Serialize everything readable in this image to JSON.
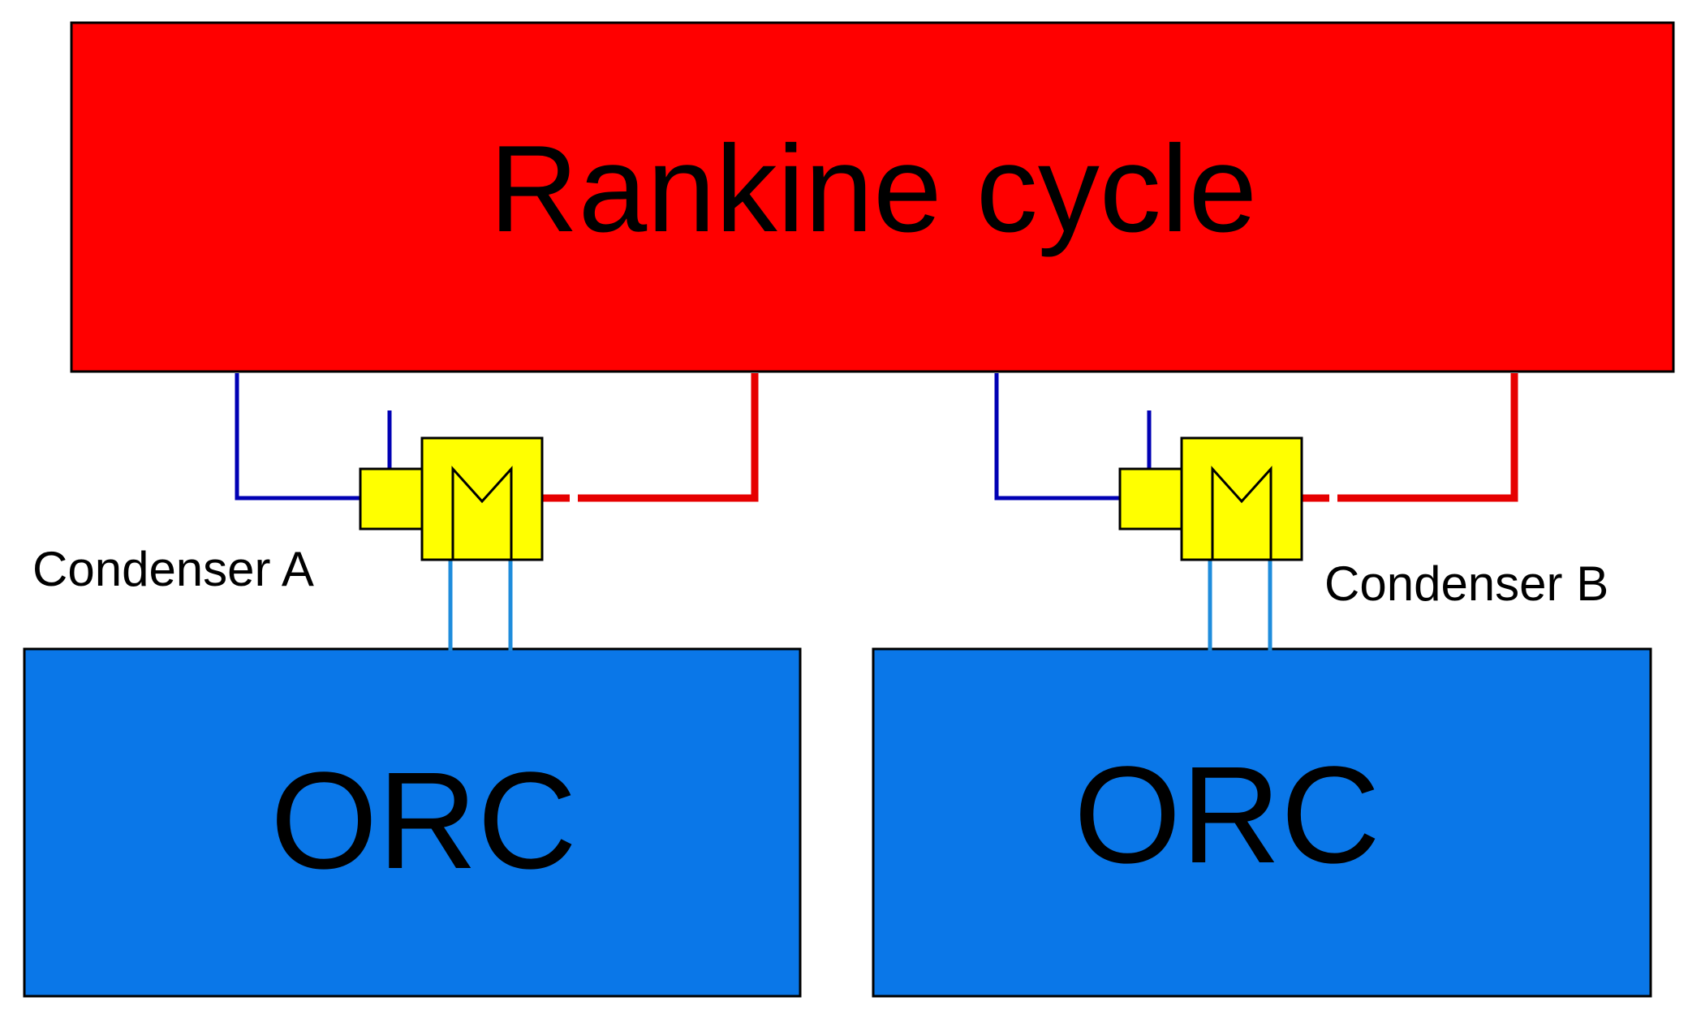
{
  "diagram": {
    "rankine": {
      "label": "Rankine cycle",
      "color": "#ff0000"
    },
    "orc_left": {
      "label": "ORC",
      "color": "#0a77e8"
    },
    "orc_right": {
      "label": "ORC",
      "color": "#0a77e8"
    },
    "condenser_a": {
      "label": "Condenser A",
      "color": "#ffff00"
    },
    "condenser_b": {
      "label": "Condenser B",
      "color": "#ffff00"
    },
    "line_colors": {
      "cold_return": "#0000b4",
      "hot_supply": "#e60000",
      "orc_link": "#1e8cdc"
    }
  }
}
